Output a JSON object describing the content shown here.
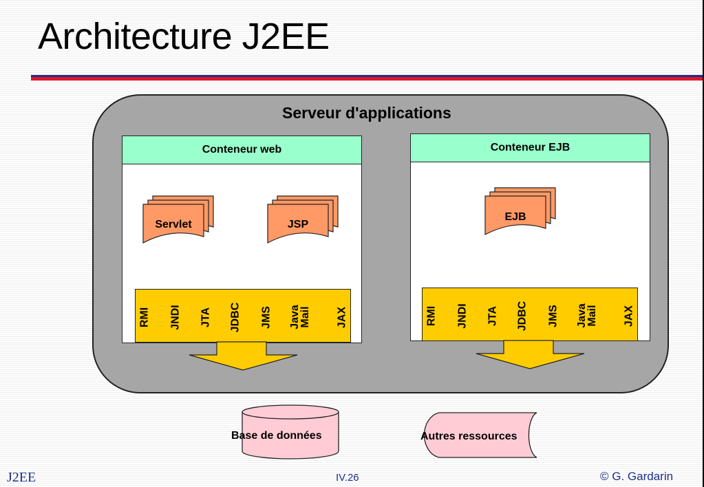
{
  "slide": {
    "title": "Architecture J2EE",
    "footer_left": "J2EE",
    "footer_center": "IV.26",
    "footer_right": "© G. Gardarin"
  },
  "server": {
    "title": "Serveur d'applications"
  },
  "web_container": {
    "title": "Conteneur web",
    "components": [
      "Servlet",
      "JSP"
    ],
    "services": [
      "RMI",
      "JNDI",
      "JTA",
      "JDBC",
      "JMS",
      "Java\nMail",
      "JAX"
    ]
  },
  "ejb_container": {
    "title": "Conteneur EJB",
    "components": [
      "EJB"
    ],
    "services": [
      "RMI",
      "JNDI",
      "JTA",
      "JDBC",
      "JMS",
      "Java\nMail",
      "JAX"
    ]
  },
  "resources": {
    "database": "Base de données",
    "other": "Autres ressources"
  },
  "colors": {
    "server_fill": "#a6a6a6",
    "container_header": "#99ffcc",
    "component_fill": "#ff9966",
    "services_fill": "#ffcc00",
    "resource_fill": "#ffccd5",
    "rule_blue": "#1c2f8a",
    "rule_red": "#e0162b"
  }
}
